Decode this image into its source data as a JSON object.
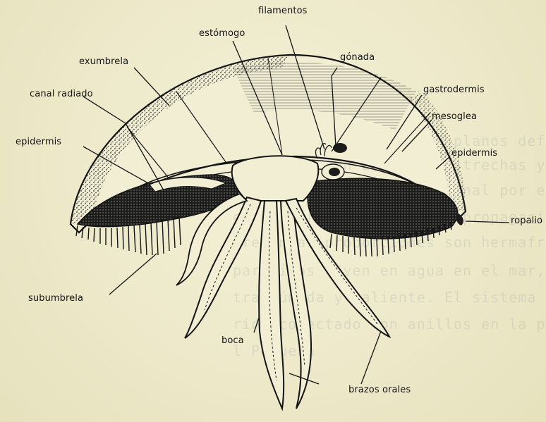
{
  "diagram": {
    "labels": {
      "filamentos": "filamentos",
      "estomago": "estómogo",
      "exumbrela": "exumbrela",
      "gonada": "gónada",
      "canal_radiado": "canal radiado",
      "gastrodermis": "gastrodermis",
      "mesoglea": "mesoglea",
      "epidermis_left": "epidermis",
      "epidermis_right": "epidermis",
      "ropalio": "ropalio",
      "subumbrela": "subumbrela",
      "boca": "boca",
      "brazos_orales": "brazos orales"
    },
    "colors": {
      "ink": "#141414",
      "paper": "#efeccf",
      "bleed_text": "#3c4678"
    }
  }
}
